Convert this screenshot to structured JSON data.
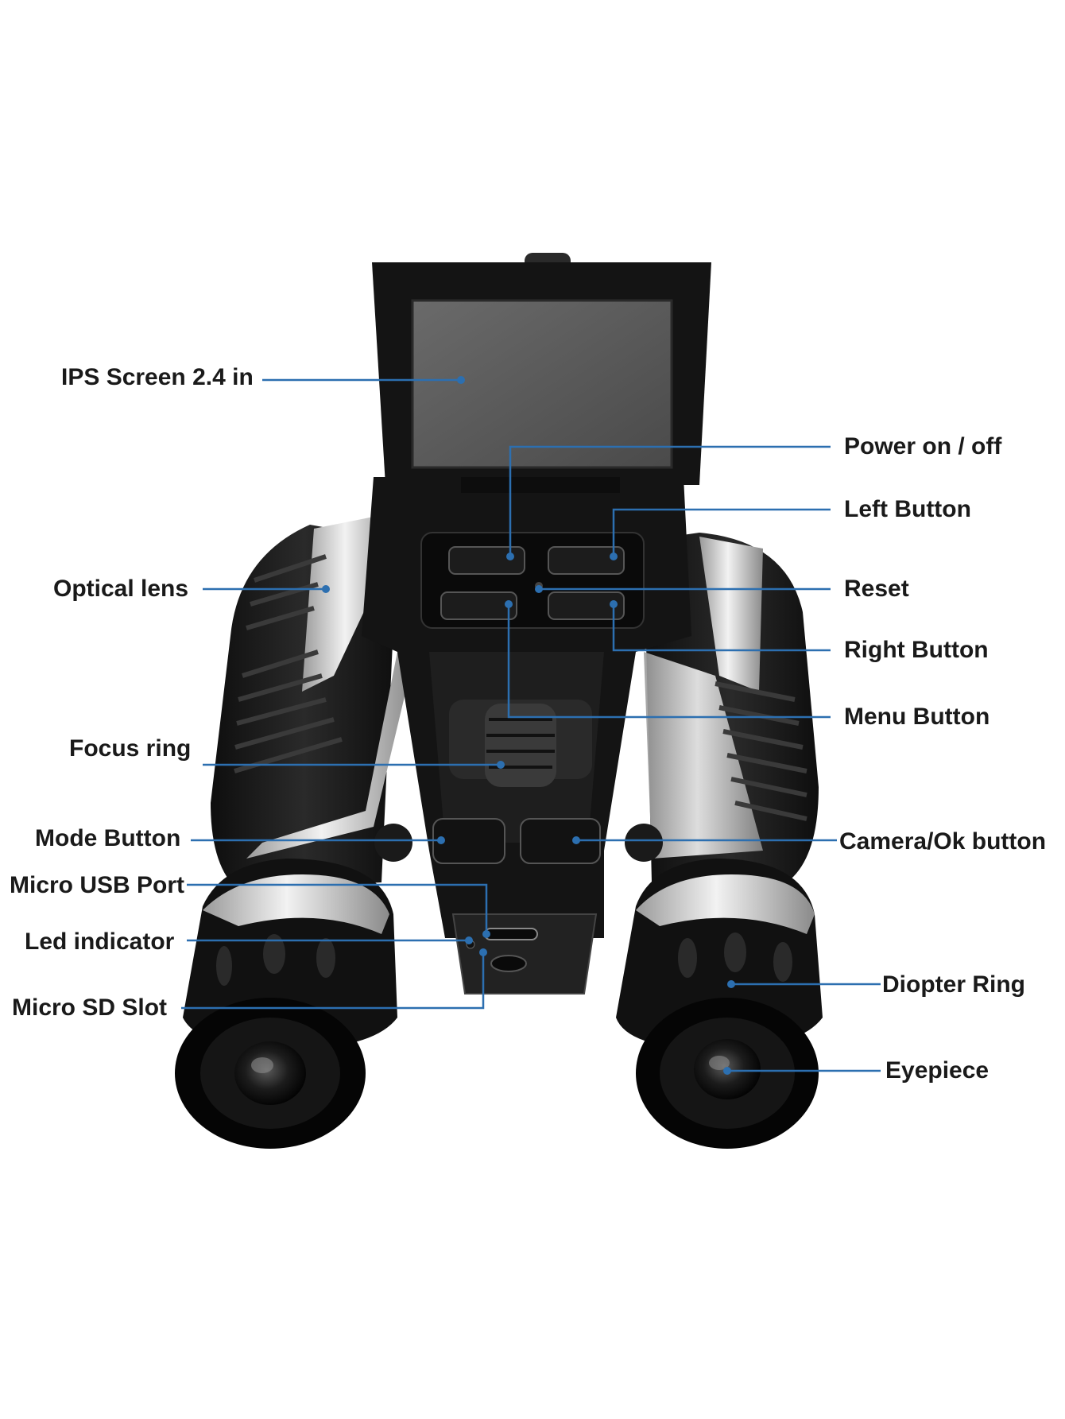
{
  "diagram": {
    "accent_color": "#2c6fb0",
    "callouts": [
      {
        "id": "ips-screen",
        "label": "IPS Screen 2.4 in"
      },
      {
        "id": "power",
        "label": "Power on / off"
      },
      {
        "id": "left-button",
        "label": "Left Button"
      },
      {
        "id": "optical-lens",
        "label": "Optical lens"
      },
      {
        "id": "reset",
        "label": "Reset"
      },
      {
        "id": "right-button",
        "label": "Right Button"
      },
      {
        "id": "menu-button",
        "label": "Menu Button"
      },
      {
        "id": "focus-ring",
        "label": "Focus ring"
      },
      {
        "id": "mode-button",
        "label": "Mode Button"
      },
      {
        "id": "camera-ok",
        "label": "Camera/Ok button"
      },
      {
        "id": "micro-usb",
        "label": "Micro USB Port"
      },
      {
        "id": "led",
        "label": "Led indicator"
      },
      {
        "id": "diopter",
        "label": "Diopter Ring"
      },
      {
        "id": "micro-sd",
        "label": "Micro SD Slot"
      },
      {
        "id": "eyepiece",
        "label": "Eyepiece"
      }
    ]
  }
}
